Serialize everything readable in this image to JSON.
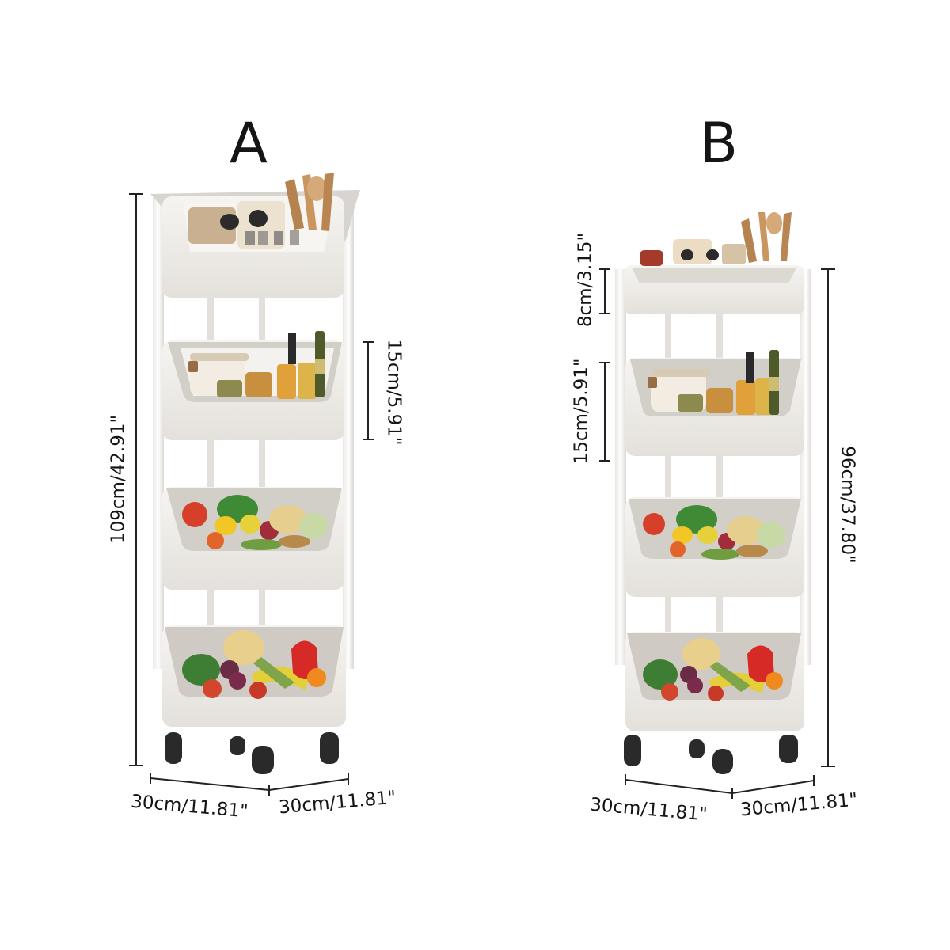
{
  "products": [
    {
      "label": "A",
      "height": "109cm/42.91\"",
      "tier_spacing": "15cm/5.91\"",
      "width_left": "30cm/11.81\"",
      "width_right": "30cm/11.81\""
    },
    {
      "label": "B",
      "height": "96cm/37.80\"",
      "top_tier": "8cm/3.15\"",
      "tier_spacing": "15cm/5.91\"",
      "width_left": "30cm/11.81\"",
      "width_right": "30cm/11.81\""
    }
  ],
  "colors": {
    "rack": "#f1efec",
    "rack_shadow": "#d9d6d1",
    "wheel": "#2a2a2a",
    "dimension_line": "#222222"
  }
}
